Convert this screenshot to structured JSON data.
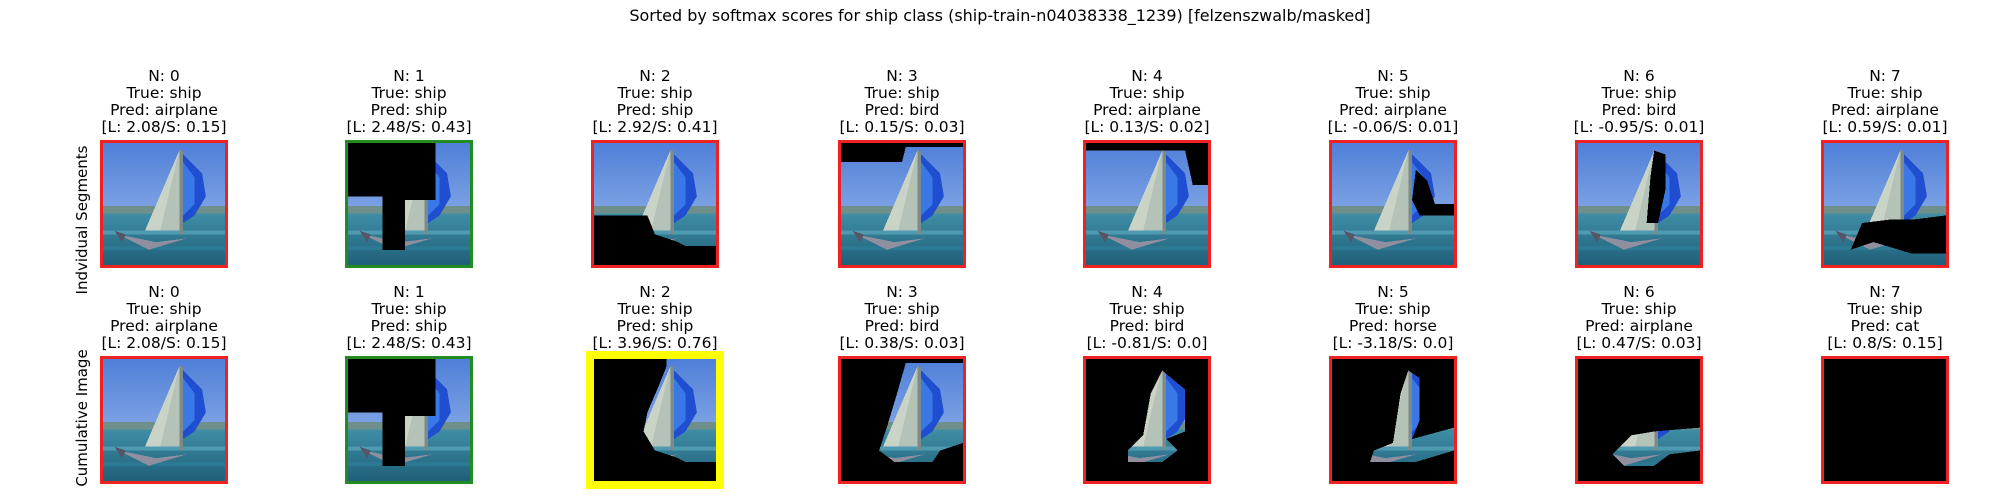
{
  "figure": {
    "title": "Sorted by softmax scores for ship class (ship-train-n04038338_1239) [felzenszwalb/masked]"
  },
  "rows": [
    {
      "label": "Indvidual Segments",
      "panels": [
        {
          "n": "N: 0",
          "true": "True: ship",
          "pred": "Pred: airplane",
          "score": "[L: 2.08/S: 0.15]",
          "border": "red",
          "mask": "none"
        },
        {
          "n": "N: 1",
          "true": "True: ship",
          "pred": "Pred: ship",
          "score": "[L: 2.48/S: 0.43]",
          "border": "green",
          "mask": "seg1"
        },
        {
          "n": "N: 2",
          "true": "True: ship",
          "pred": "Pred: ship",
          "score": "[L: 2.92/S: 0.41]",
          "border": "red",
          "mask": "seg2"
        },
        {
          "n": "N: 3",
          "true": "True: ship",
          "pred": "Pred: bird",
          "score": "[L: 0.15/S: 0.03]",
          "border": "red",
          "mask": "seg3"
        },
        {
          "n": "N: 4",
          "true": "True: ship",
          "pred": "Pred: airplane",
          "score": "[L: 0.13/S: 0.02]",
          "border": "red",
          "mask": "seg4"
        },
        {
          "n": "N: 5",
          "true": "True: ship",
          "pred": "Pred: airplane",
          "score": "[L: -0.06/S: 0.01]",
          "border": "red",
          "mask": "seg5"
        },
        {
          "n": "N: 6",
          "true": "True: ship",
          "pred": "Pred: bird",
          "score": "[L: -0.95/S: 0.01]",
          "border": "red",
          "mask": "seg6"
        },
        {
          "n": "N: 7",
          "true": "True: ship",
          "pred": "Pred: airplane",
          "score": "[L: 0.59/S: 0.01]",
          "border": "red",
          "mask": "seg7"
        }
      ]
    },
    {
      "label": "Cumulative Image",
      "panels": [
        {
          "n": "N: 0",
          "true": "True: ship",
          "pred": "Pred: airplane",
          "score": "[L: 2.08/S: 0.15]",
          "border": "red",
          "mask": "none"
        },
        {
          "n": "N: 1",
          "true": "True: ship",
          "pred": "Pred: ship",
          "score": "[L: 2.48/S: 0.43]",
          "border": "green",
          "mask": "cum1"
        },
        {
          "n": "N: 2",
          "true": "True: ship",
          "pred": "Pred: ship",
          "score": "[L: 3.96/S: 0.76]",
          "border": "yellow",
          "mask": "cum2"
        },
        {
          "n": "N: 3",
          "true": "True: ship",
          "pred": "Pred: bird",
          "score": "[L: 0.38/S: 0.03]",
          "border": "red",
          "mask": "cum3"
        },
        {
          "n": "N: 4",
          "true": "True: ship",
          "pred": "Pred: bird",
          "score": "[L: -0.81/S: 0.0]",
          "border": "red",
          "mask": "cum4"
        },
        {
          "n": "N: 5",
          "true": "True: ship",
          "pred": "Pred: horse",
          "score": "[L: -3.18/S: 0.0]",
          "border": "red",
          "mask": "cum5"
        },
        {
          "n": "N: 6",
          "true": "True: ship",
          "pred": "Pred: airplane",
          "score": "[L: 0.47/S: 0.03]",
          "border": "red",
          "mask": "cum6"
        },
        {
          "n": "N: 7",
          "true": "True: ship",
          "pred": "Pred: cat",
          "score": "[L: 0.8/S: 0.15]",
          "border": "red",
          "mask": "cum7"
        }
      ]
    }
  ],
  "colors": {
    "red": "#ee2222",
    "green": "#228b22",
    "yellow": "#ffff00",
    "mask": "#000000"
  }
}
